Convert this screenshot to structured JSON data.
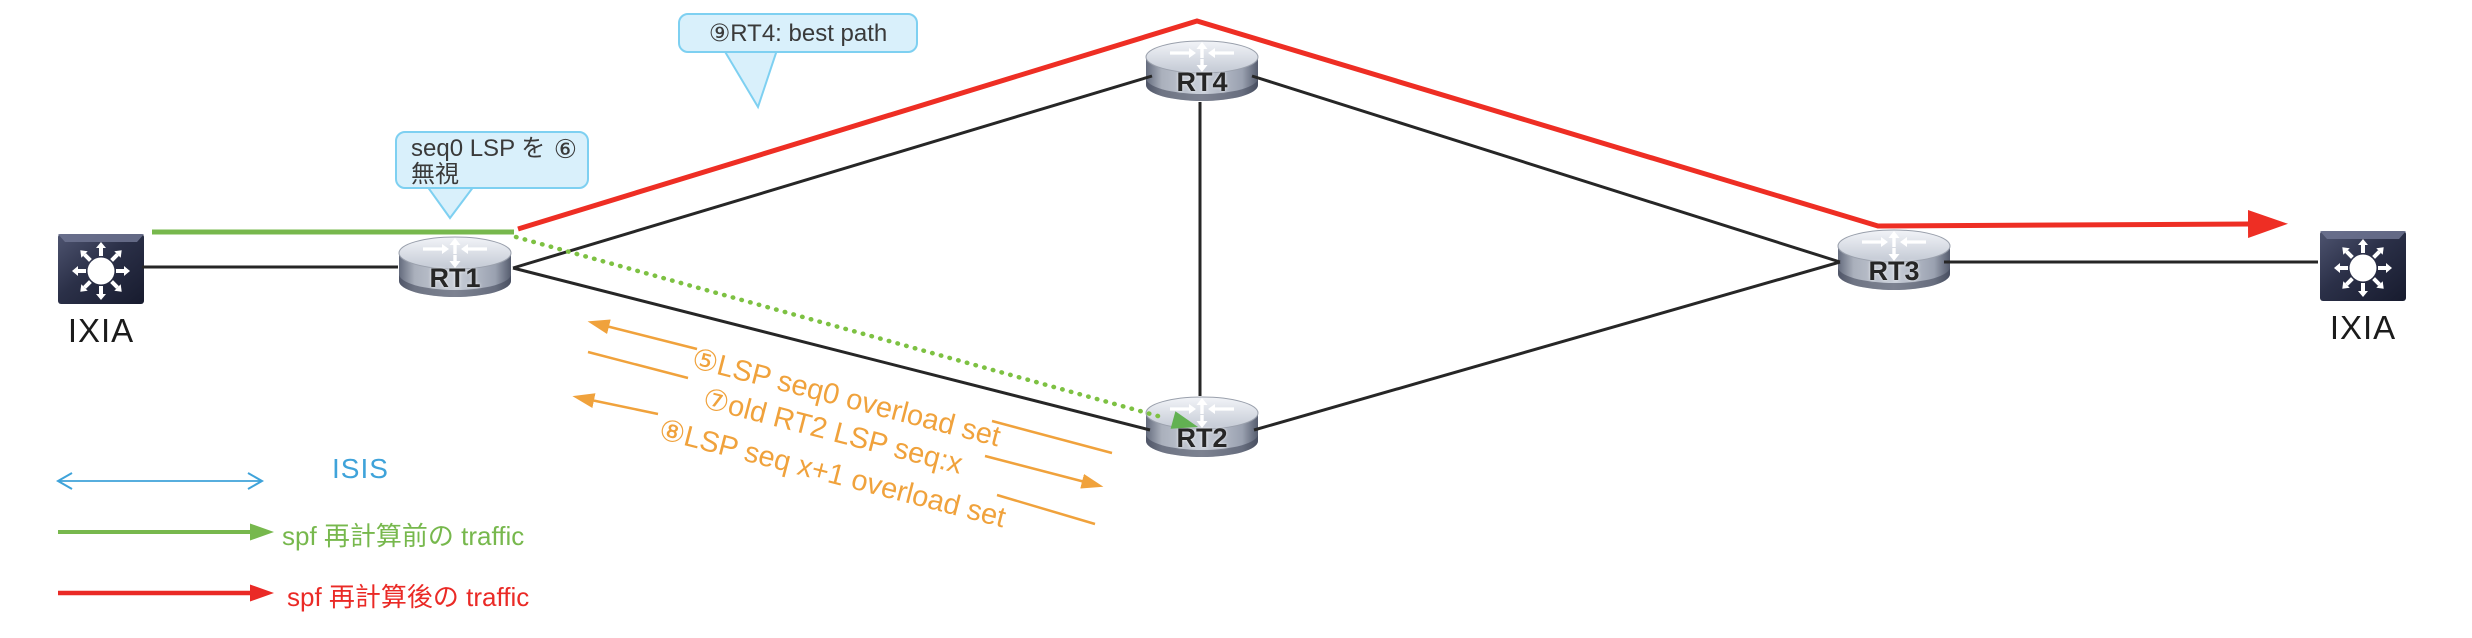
{
  "diagram": {
    "devices": {
      "ixiaLeft": {
        "label": "IXIA"
      },
      "ixiaRight": {
        "label": "IXIA"
      },
      "rt1": {
        "label": "RT1"
      },
      "rt2": {
        "label": "RT2"
      },
      "rt3": {
        "label": "RT3"
      },
      "rt4": {
        "label": "RT4"
      }
    },
    "callouts": {
      "bestPath": {
        "text": "⑨RT4: best path"
      },
      "ignoreLsp": {
        "line1": "seq0 LSP を",
        "badge": "⑥",
        "line2": "無視"
      }
    },
    "flowLabels": {
      "step5": "⑤LSP seq0 overload set",
      "step7": "⑦old RT2 LSP seq:x",
      "step8": "⑧LSP seq x+1 overload set"
    },
    "legend": {
      "items": [
        {
          "label": "ISIS",
          "color": "#3fa3da",
          "style": "double-arrow"
        },
        {
          "label": "spf 再計算前の traffic",
          "color": "#77b84d",
          "style": "arrow"
        },
        {
          "label": "spf 再計算後の traffic",
          "color": "#ea2a26",
          "style": "arrow"
        }
      ]
    },
    "colors": {
      "link": "#262626",
      "redPath": "#ee2e24",
      "greenTraffic": "#77b84d",
      "greenDotted": "#7dc142",
      "orangeFlow": "#f0a23c",
      "calloutFill": "#d9f0fb",
      "calloutBorder": "#7ed0f1",
      "isisBlue": "#3fa3da"
    }
  }
}
